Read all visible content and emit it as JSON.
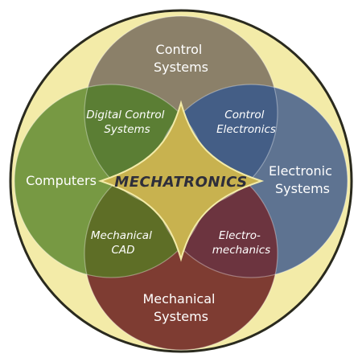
{
  "colors": {
    "background": "#f3eba8",
    "control": "#8b8069",
    "electronic": "#5e7391",
    "mechanical": "#7e3c32",
    "computers": "#6e943d",
    "core": "#c8b24f"
  },
  "labels": {
    "control": [
      "Control",
      "Systems"
    ],
    "electronic": [
      "Electronic",
      "Systems"
    ],
    "mechanical": [
      "Mechanical",
      "Systems"
    ],
    "computers": "Computers",
    "digital_control": [
      "Digital Control",
      "Systems"
    ],
    "control_electronics": [
      "Control",
      "Electronics"
    ],
    "mechanical_cad": [
      "Mechanical",
      "CAD"
    ],
    "electromechanics": [
      "Electro-",
      "mechanics"
    ],
    "center": "MECHATRONICS"
  }
}
